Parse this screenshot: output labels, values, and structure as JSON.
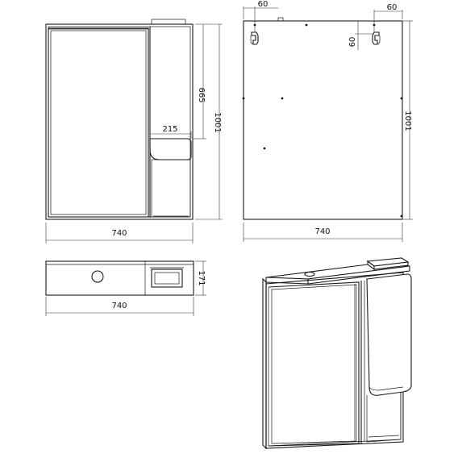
{
  "views": {
    "front": {
      "width_label": "740",
      "height_label": "1001",
      "mirror_height_label": "665",
      "shelf_width_label": "215"
    },
    "back": {
      "width_label": "740",
      "height_label": "1001",
      "hook_offset_left_label": "60",
      "hook_offset_right_label": "60",
      "hook_offset_top_label": "60"
    },
    "top": {
      "width_label": "740",
      "depth_label": "171"
    }
  },
  "colors": {
    "line": "#1a1a1a",
    "background": "#ffffff"
  }
}
